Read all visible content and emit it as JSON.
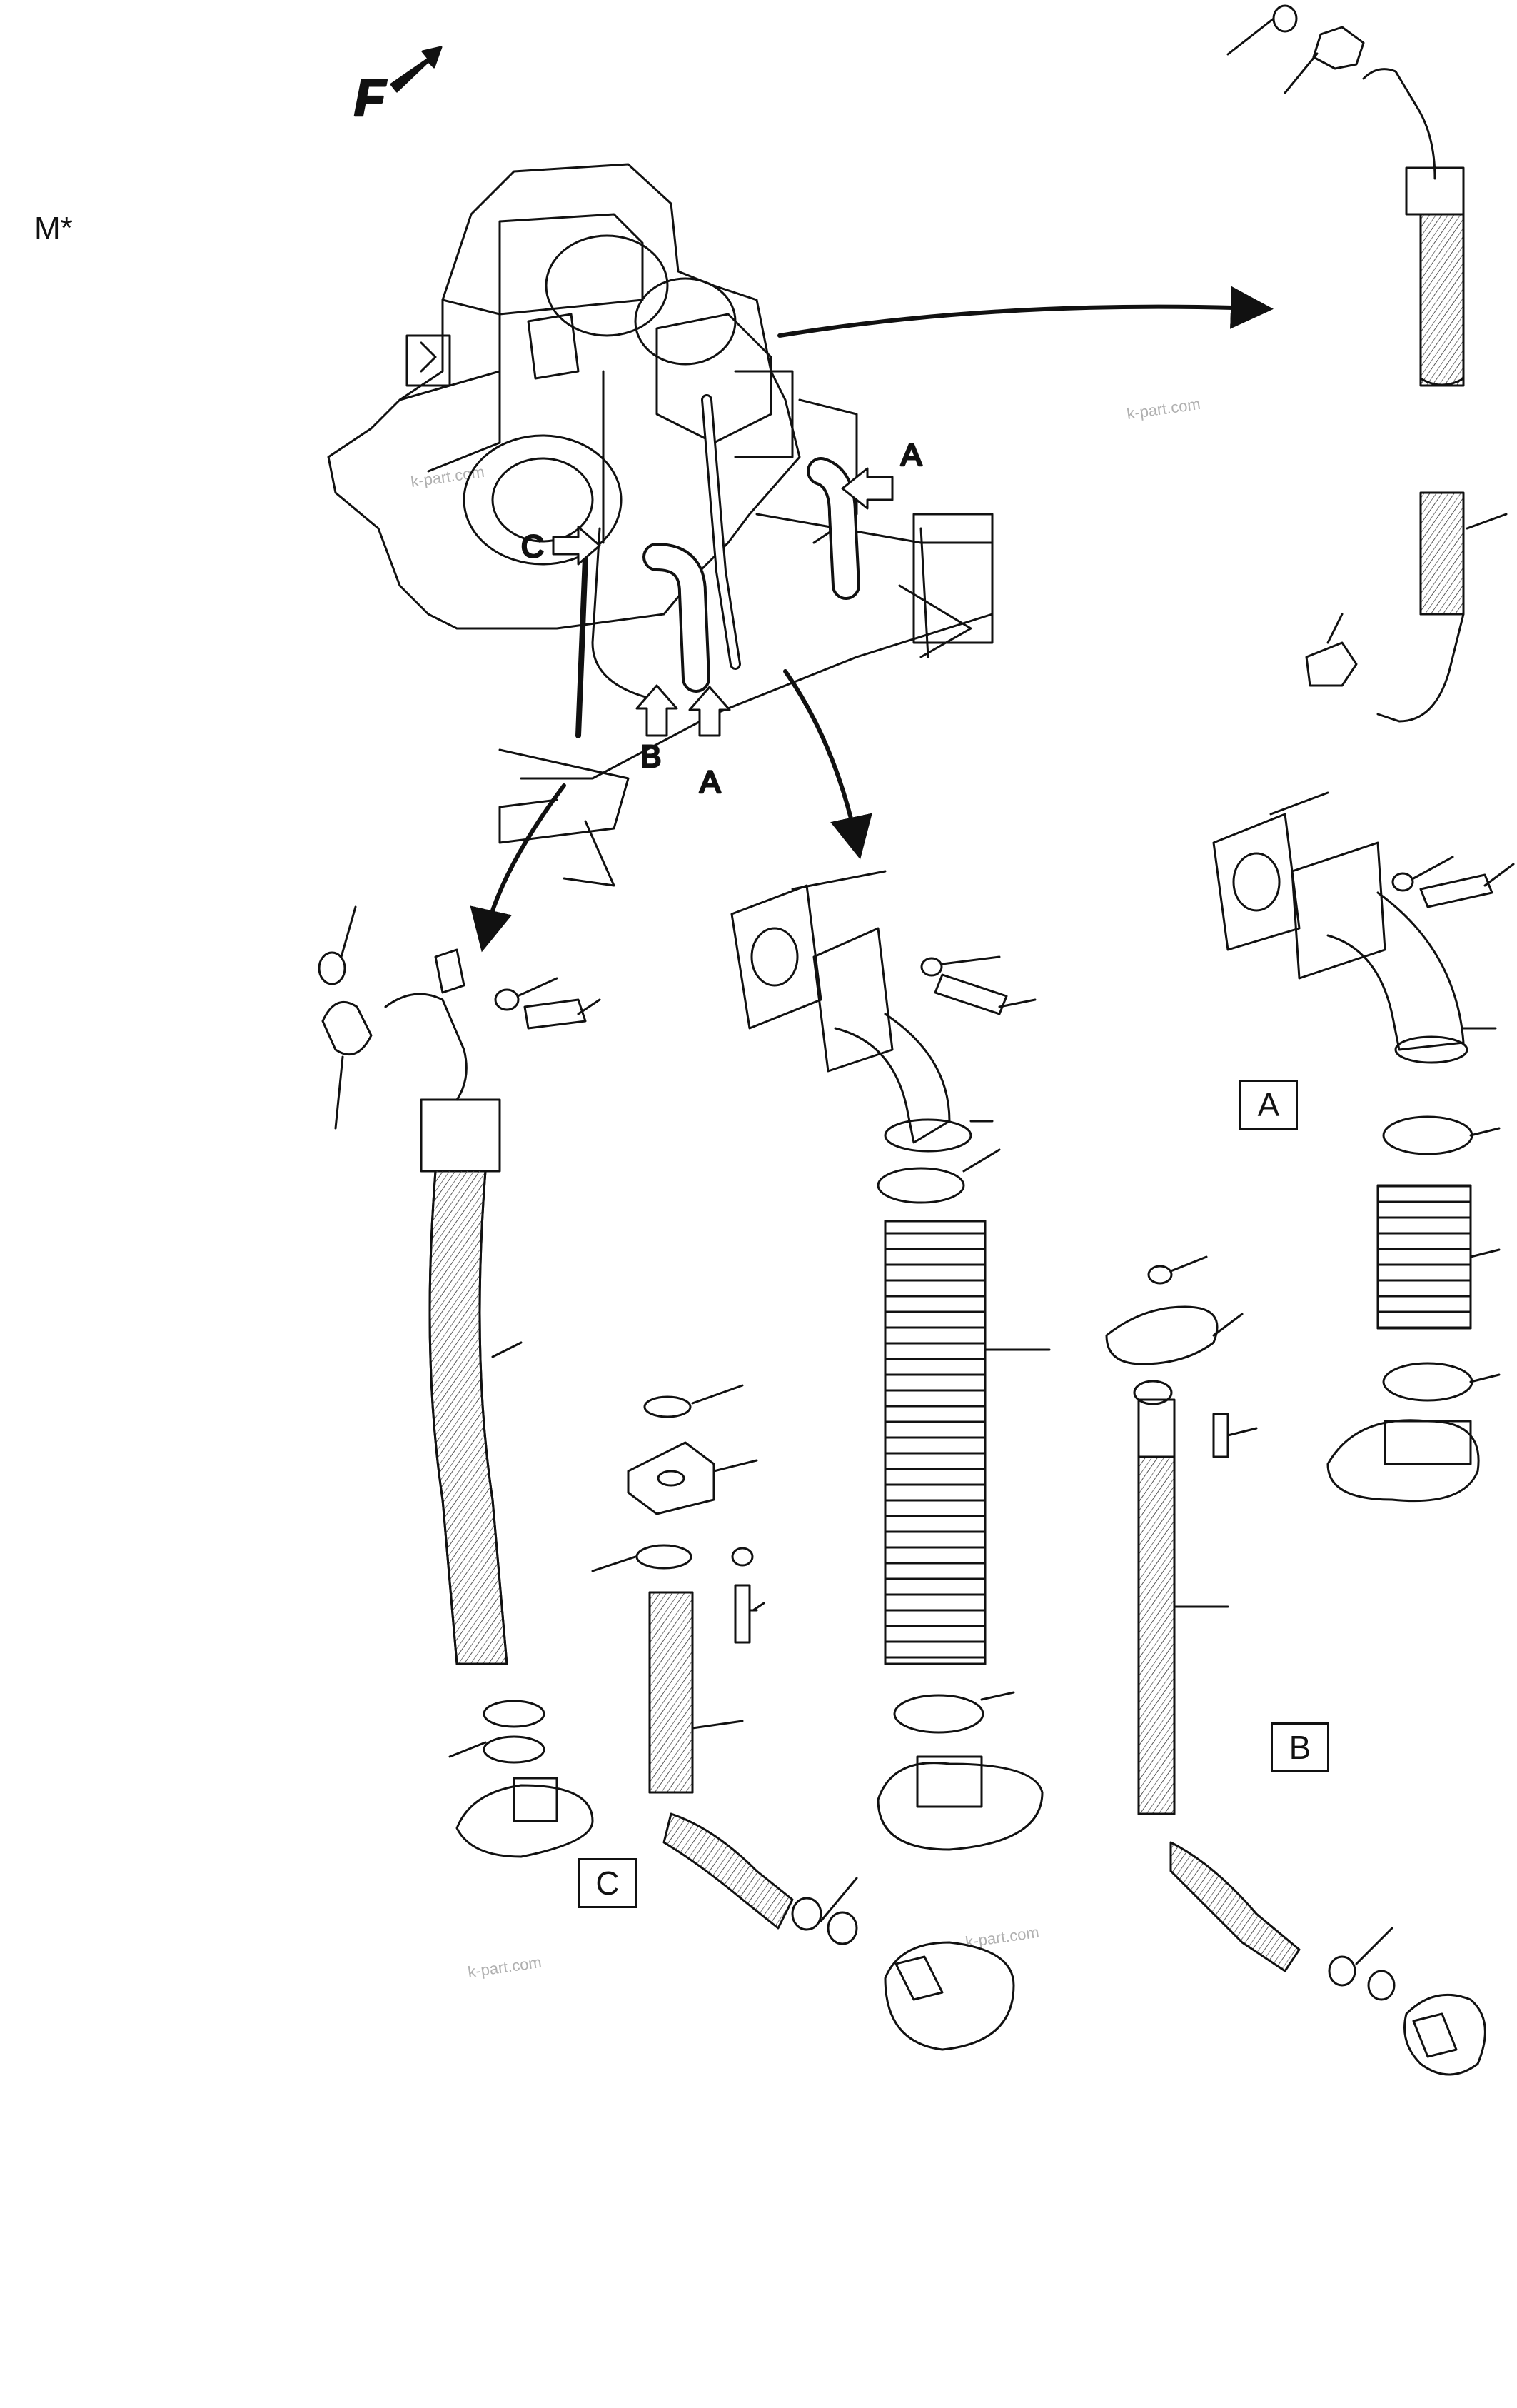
{
  "page": {
    "label": "M*",
    "direction_marker": "F"
  },
  "engine_labels": {
    "a_top": "A",
    "a_bottom": "A",
    "b": "B",
    "c": "C"
  },
  "callouts": {
    "a": "A",
    "b": "B",
    "c": "C"
  },
  "watermarks": [
    "k-part.com",
    "k-part.com",
    "k-part.com",
    "k-part.com"
  ],
  "icons": [
    "direction-arrow-icon"
  ]
}
